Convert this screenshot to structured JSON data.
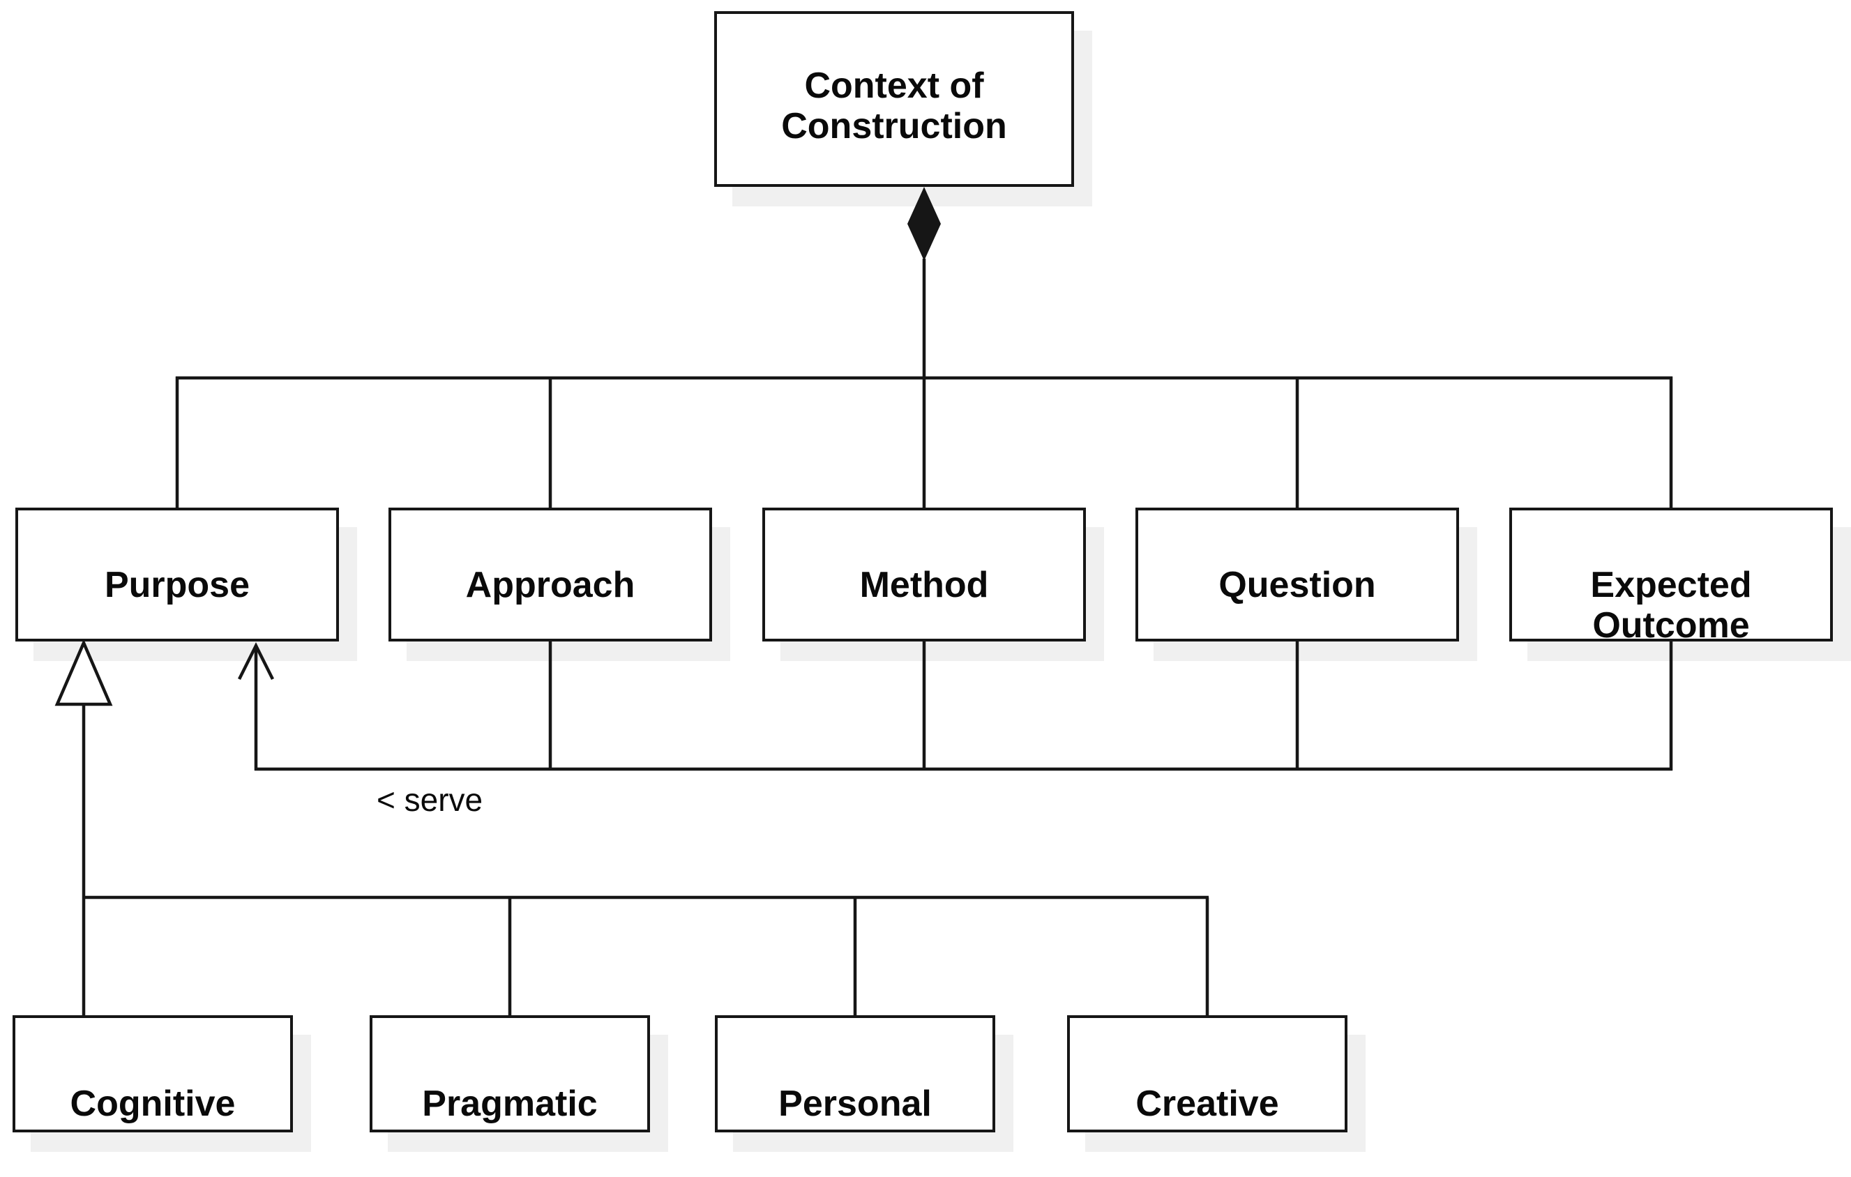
{
  "colors": {
    "line": "#161616",
    "box_fill": "#ffffff",
    "shadow": "#f0f0f0",
    "text": "#0a0a0a",
    "background": "#ffffff"
  },
  "root": {
    "label": "Context of\nConstruction"
  },
  "components": [
    {
      "label": "Purpose"
    },
    {
      "label": "Approach"
    },
    {
      "label": "Method"
    },
    {
      "label": "Question"
    },
    {
      "label": "Expected\nOutcome"
    }
  ],
  "association": {
    "label": "< serve"
  },
  "subtypes": [
    {
      "label": "Cognitive"
    },
    {
      "label": "Pragmatic"
    },
    {
      "label": "Personal"
    },
    {
      "label": "Creative"
    }
  ],
  "relationships": {
    "composition": {
      "whole": "Context of Construction",
      "parts": [
        "Purpose",
        "Approach",
        "Method",
        "Question",
        "Expected Outcome"
      ]
    },
    "association": {
      "label": "< serve",
      "from": [
        "Approach",
        "Method",
        "Question",
        "Expected Outcome"
      ],
      "to": "Purpose"
    },
    "generalization": {
      "parent": "Purpose",
      "children": [
        "Cognitive",
        "Pragmatic",
        "Personal",
        "Creative"
      ]
    }
  }
}
